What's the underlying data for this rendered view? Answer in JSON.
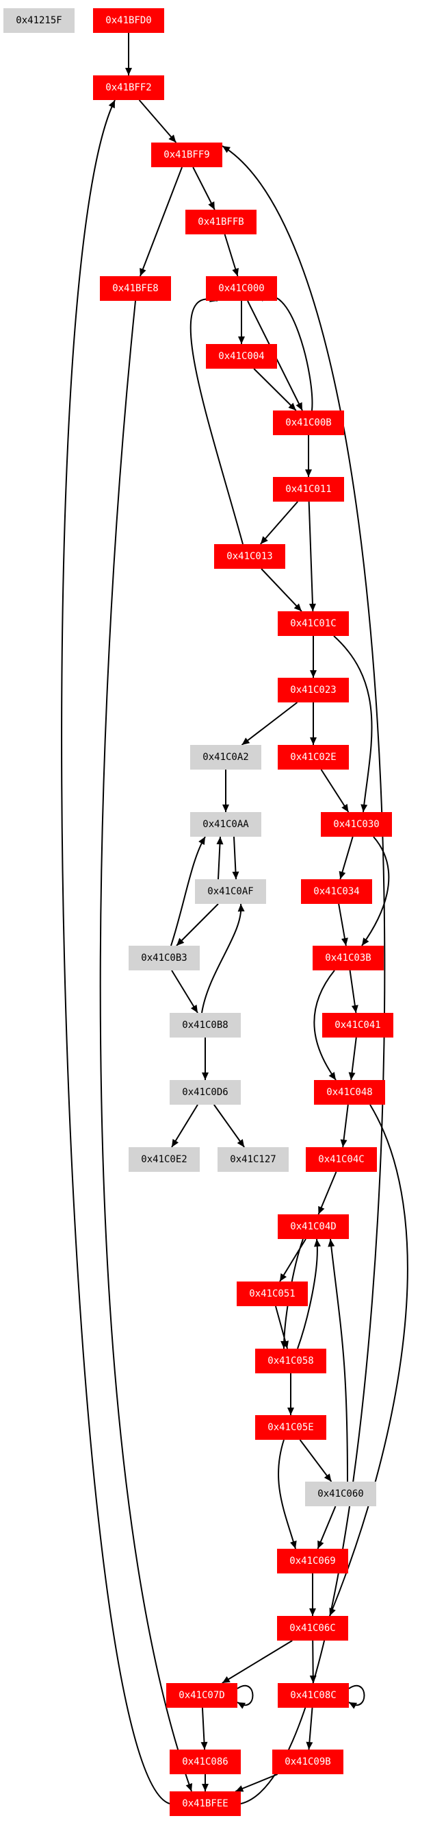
{
  "colors": {
    "red": "#ff0000",
    "gray": "#d3d3d3",
    "edge": "#000000",
    "red_text": "#ffffff",
    "gray_text": "#000000"
  },
  "nodes": [
    {
      "id": "n1215F",
      "label": "0x41215F",
      "color": "gray"
    },
    {
      "id": "nBFD0",
      "label": "0x41BFD0",
      "color": "red"
    },
    {
      "id": "nBFF2",
      "label": "0x41BFF2",
      "color": "red"
    },
    {
      "id": "nBFF9",
      "label": "0x41BFF9",
      "color": "red"
    },
    {
      "id": "nBFFB",
      "label": "0x41BFFB",
      "color": "red"
    },
    {
      "id": "nBFE8",
      "label": "0x41BFE8",
      "color": "red"
    },
    {
      "id": "nC000",
      "label": "0x41C000",
      "color": "red"
    },
    {
      "id": "nC004",
      "label": "0x41C004",
      "color": "red"
    },
    {
      "id": "nC00B",
      "label": "0x41C00B",
      "color": "red"
    },
    {
      "id": "nC011",
      "label": "0x41C011",
      "color": "red"
    },
    {
      "id": "nC013",
      "label": "0x41C013",
      "color": "red"
    },
    {
      "id": "nC01C",
      "label": "0x41C01C",
      "color": "red"
    },
    {
      "id": "nC023",
      "label": "0x41C023",
      "color": "red"
    },
    {
      "id": "nC0A2",
      "label": "0x41C0A2",
      "color": "gray"
    },
    {
      "id": "nC02E",
      "label": "0x41C02E",
      "color": "red"
    },
    {
      "id": "nC0AA",
      "label": "0x41C0AA",
      "color": "gray"
    },
    {
      "id": "nC030",
      "label": "0x41C030",
      "color": "red"
    },
    {
      "id": "nC0AF",
      "label": "0x41C0AF",
      "color": "gray"
    },
    {
      "id": "nC034",
      "label": "0x41C034",
      "color": "red"
    },
    {
      "id": "nC0B3",
      "label": "0x41C0B3",
      "color": "gray"
    },
    {
      "id": "nC03B",
      "label": "0x41C03B",
      "color": "red"
    },
    {
      "id": "nC0B8",
      "label": "0x41C0B8",
      "color": "gray"
    },
    {
      "id": "nC041",
      "label": "0x41C041",
      "color": "red"
    },
    {
      "id": "nC048",
      "label": "0x41C048",
      "color": "red"
    },
    {
      "id": "nC0D6",
      "label": "0x41C0D6",
      "color": "gray"
    },
    {
      "id": "nC04C",
      "label": "0x41C04C",
      "color": "red"
    },
    {
      "id": "nC0E2",
      "label": "0x41C0E2",
      "color": "gray"
    },
    {
      "id": "nC127",
      "label": "0x41C127",
      "color": "gray"
    },
    {
      "id": "nC04D",
      "label": "0x41C04D",
      "color": "red"
    },
    {
      "id": "nC051",
      "label": "0x41C051",
      "color": "red"
    },
    {
      "id": "nC058",
      "label": "0x41C058",
      "color": "red"
    },
    {
      "id": "nC05E",
      "label": "0x41C05E",
      "color": "red"
    },
    {
      "id": "nC060",
      "label": "0x41C060",
      "color": "gray"
    },
    {
      "id": "nC069",
      "label": "0x41C069",
      "color": "red"
    },
    {
      "id": "nC06C",
      "label": "0x41C06C",
      "color": "red"
    },
    {
      "id": "nC07D",
      "label": "0x41C07D",
      "color": "red"
    },
    {
      "id": "nC08C",
      "label": "0x41C08C",
      "color": "red"
    },
    {
      "id": "nC086",
      "label": "0x41C086",
      "color": "red"
    },
    {
      "id": "nC09B",
      "label": "0x41C09B",
      "color": "red"
    },
    {
      "id": "nBFEE",
      "label": "0x41BFEE",
      "color": "red"
    }
  ],
  "edges": [
    {
      "from": "nBFD0",
      "to": "nBFF2"
    },
    {
      "from": "nBFF2",
      "to": "nBFF9"
    },
    {
      "from": "nBFF9",
      "to": "nBFFB"
    },
    {
      "from": "nBFF9",
      "to": "nBFE8"
    },
    {
      "from": "nBFFB",
      "to": "nC000"
    },
    {
      "from": "nC000",
      "to": "nC004"
    },
    {
      "from": "nC000",
      "to": "nC00B"
    },
    {
      "from": "nC004",
      "to": "nC00B"
    },
    {
      "from": "nC00B",
      "to": "nC000"
    },
    {
      "from": "nC00B",
      "to": "nC011"
    },
    {
      "from": "nC011",
      "to": "nC013"
    },
    {
      "from": "nC011",
      "to": "nC01C"
    },
    {
      "from": "nC013",
      "to": "nC000"
    },
    {
      "from": "nC013",
      "to": "nC01C"
    },
    {
      "from": "nC01C",
      "to": "nC023"
    },
    {
      "from": "nC01C",
      "to": "nC030"
    },
    {
      "from": "nC023",
      "to": "nC0A2"
    },
    {
      "from": "nC023",
      "to": "nC02E"
    },
    {
      "from": "nC02E",
      "to": "nC030"
    },
    {
      "from": "nC0A2",
      "to": "nC0AA"
    },
    {
      "from": "nC0AA",
      "to": "nC0AF"
    },
    {
      "from": "nC0AF",
      "to": "nC0AA"
    },
    {
      "from": "nC0AF",
      "to": "nC0B3"
    },
    {
      "from": "nC0B3",
      "to": "nC0AA"
    },
    {
      "from": "nC0B3",
      "to": "nC0B8"
    },
    {
      "from": "nC0B8",
      "to": "nC0AF"
    },
    {
      "from": "nC0B8",
      "to": "nC0D6"
    },
    {
      "from": "nC0D6",
      "to": "nC0E2"
    },
    {
      "from": "nC0D6",
      "to": "nC127"
    },
    {
      "from": "nC030",
      "to": "nC034"
    },
    {
      "from": "nC030",
      "to": "nC03B"
    },
    {
      "from": "nC034",
      "to": "nC03B"
    },
    {
      "from": "nC03B",
      "to": "nC041"
    },
    {
      "from": "nC03B",
      "to": "nC048"
    },
    {
      "from": "nC041",
      "to": "nC048"
    },
    {
      "from": "nC048",
      "to": "nC04C"
    },
    {
      "from": "nC048",
      "to": "nC06C"
    },
    {
      "from": "nC04C",
      "to": "nC04D"
    },
    {
      "from": "nC04D",
      "to": "nC051"
    },
    {
      "from": "nC04D",
      "to": "nC058"
    },
    {
      "from": "nC051",
      "to": "nC058"
    },
    {
      "from": "nC058",
      "to": "nC04D"
    },
    {
      "from": "nC058",
      "to": "nC05E"
    },
    {
      "from": "nC05E",
      "to": "nC060"
    },
    {
      "from": "nC05E",
      "to": "nC069"
    },
    {
      "from": "nC060",
      "to": "nC04D"
    },
    {
      "from": "nC060",
      "to": "nC069"
    },
    {
      "from": "nC069",
      "to": "nC06C"
    },
    {
      "from": "nC06C",
      "to": "nC07D"
    },
    {
      "from": "nC06C",
      "to": "nC08C"
    },
    {
      "from": "nC07D",
      "to": "nC07D"
    },
    {
      "from": "nC07D",
      "to": "nC086"
    },
    {
      "from": "nC08C",
      "to": "nC08C"
    },
    {
      "from": "nC08C",
      "to": "nC09B"
    },
    {
      "from": "nC086",
      "to": "nBFEE"
    },
    {
      "from": "nC09B",
      "to": "nBFEE"
    },
    {
      "from": "nBFE8",
      "to": "nBFEE"
    },
    {
      "from": "nBFEE",
      "to": "nBFF2"
    },
    {
      "from": "nBFEE",
      "to": "nBFF9"
    }
  ]
}
